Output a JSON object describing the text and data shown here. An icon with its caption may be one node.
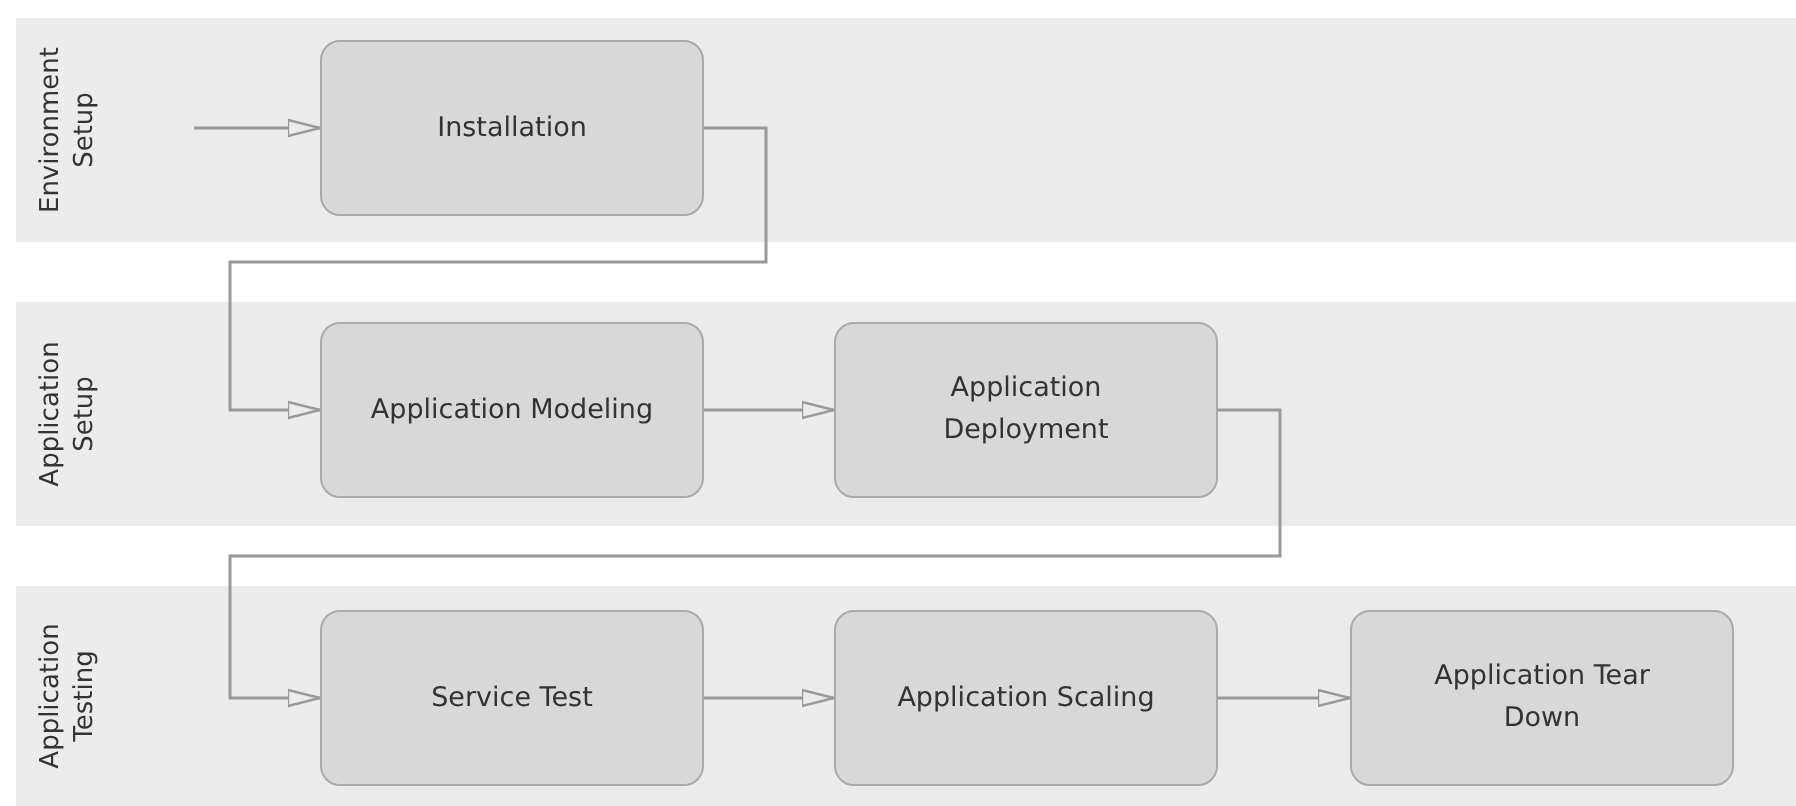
{
  "diagram": {
    "nodes": [
      {
        "text": [
          "Environment Setup"
        ]
      },
      {
        "text": [
          "Installation"
        ],
        "in": 0
      },
      {
        "text": [
          "Application Setup"
        ]
      },
      {
        "text": [
          "Application Modeling"
        ],
        "in": 2
      },
      {
        "text": [
          "Application Deployment"
        ],
        "in": 2
      },
      {
        "text": [
          "Application Testing"
        ]
      },
      {
        "text": [
          "Service Test"
        ],
        "in": 5
      },
      {
        "text": [
          "Application Scaling"
        ],
        "in": 5
      },
      {
        "text": [
          "Application Tear Down"
        ],
        "in": 5
      }
    ],
    "edges": [
      {
        "from": null,
        "to": 1,
        "arrow": "to"
      },
      {
        "from": 1,
        "to": 3,
        "arrow": "to"
      },
      {
        "from": 3,
        "to": 4,
        "arrow": "to"
      },
      {
        "from": 4,
        "to": 6,
        "arrow": "to"
      },
      {
        "from": 6,
        "to": 7,
        "arrow": "to"
      },
      {
        "from": 7,
        "to": 8,
        "arrow": "to"
      }
    ]
  }
}
